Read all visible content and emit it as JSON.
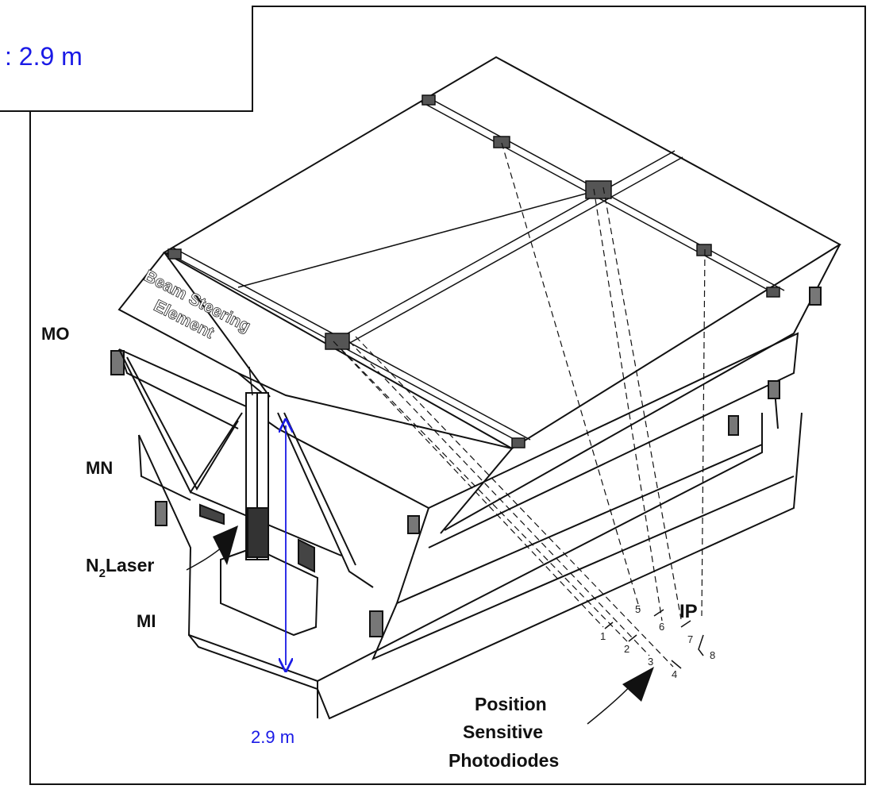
{
  "header_fragment": ": 2.9 m",
  "labels": {
    "mo": "MO",
    "mn": "MN",
    "mi": "MI",
    "beam_steering_line1": "Beam Steering",
    "beam_steering_line2": "Element",
    "laser_n": "N",
    "laser_sub": "2",
    "laser_rest": "Laser",
    "position_line1": "Position",
    "position_line2": "Sensitive",
    "position_line3": "Photodiodes",
    "ip": "IP"
  },
  "dimension": {
    "label": "2.9 m",
    "value_m": 2.9
  },
  "photodiode_numbers": [
    "1",
    "2",
    "3",
    "4",
    "5",
    "6",
    "7",
    "8"
  ],
  "colors": {
    "annotation": "#1a1ae6",
    "line": "#111111",
    "background": "#ffffff"
  }
}
